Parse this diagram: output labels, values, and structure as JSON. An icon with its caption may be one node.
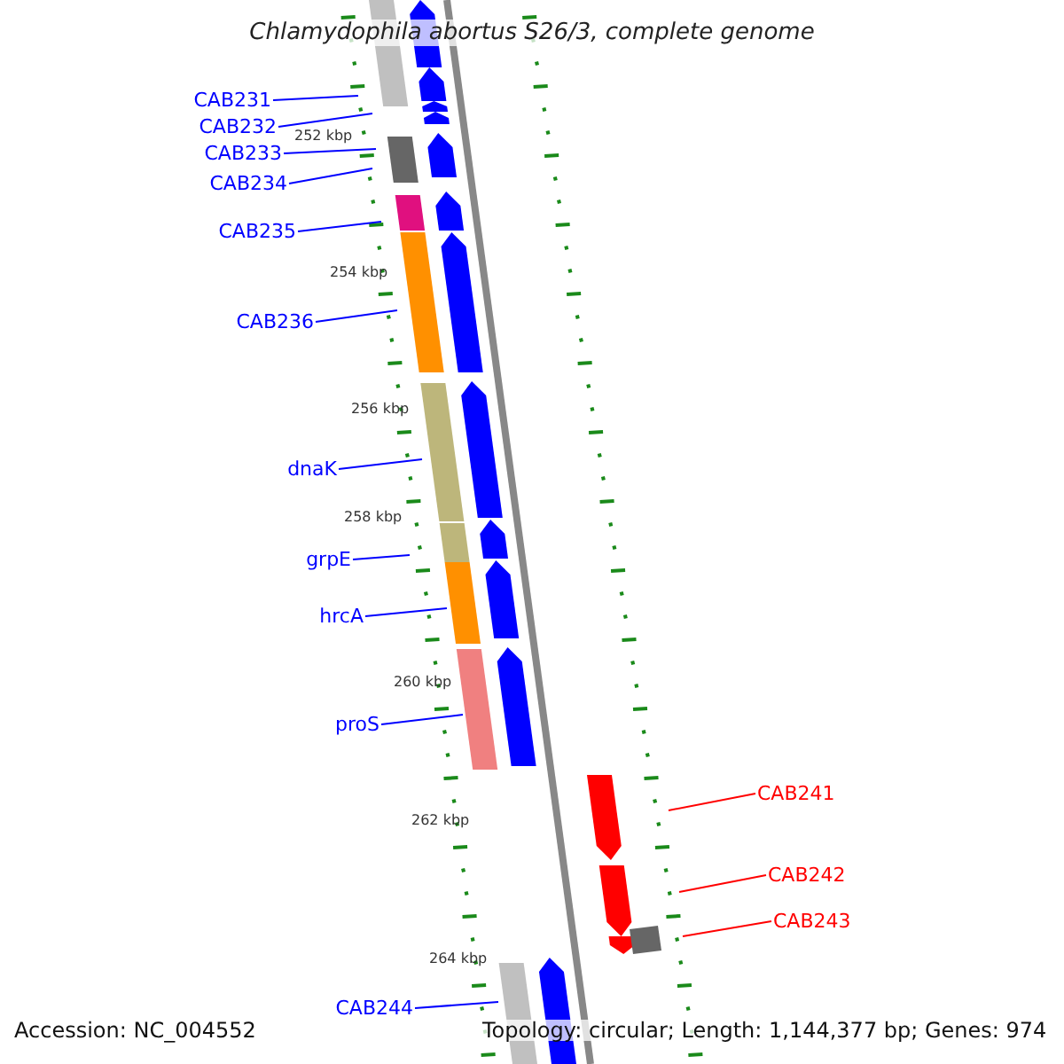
{
  "diagram": {
    "title": "Chlamydophila abortus S26/3, complete genome",
    "nodes": [
      {
        "text": [
          "CAB231"
        ]
      },
      {
        "text": [
          "CAB232"
        ]
      },
      {
        "text": [
          "CAB233"
        ]
      },
      {
        "text": [
          "CAB234"
        ]
      },
      {
        "text": [
          "CAB235"
        ]
      },
      {
        "text": [
          "CAB236"
        ]
      },
      {
        "text": [
          "dnaK"
        ]
      },
      {
        "text": [
          "grpE"
        ]
      },
      {
        "text": [
          "hrcA"
        ]
      },
      {
        "text": [
          "proS"
        ]
      },
      {
        "text": [
          "CAB241"
        ]
      },
      {
        "text": [
          "CAB242"
        ]
      },
      {
        "text": [
          "CAB243"
        ]
      },
      {
        "text": [
          "CAB244"
        ]
      }
    ],
    "edges": [
      {
        "from": 0,
        "to": null,
        "arrow": "none"
      },
      {
        "from": 1,
        "to": null,
        "arrow": "none"
      },
      {
        "from": 2,
        "to": null,
        "arrow": "none"
      },
      {
        "from": 3,
        "to": null,
        "arrow": "none"
      },
      {
        "from": 4,
        "to": null,
        "arrow": "none"
      },
      {
        "from": 5,
        "to": null,
        "arrow": "none"
      },
      {
        "from": 6,
        "to": null,
        "arrow": "none"
      },
      {
        "from": 7,
        "to": null,
        "arrow": "none"
      },
      {
        "from": 8,
        "to": null,
        "arrow": "none"
      },
      {
        "from": 9,
        "to": null,
        "arrow": "none"
      },
      {
        "from": 10,
        "to": null,
        "arrow": "none",
        "color": "#ff0000"
      },
      {
        "from": 11,
        "to": null,
        "arrow": "none",
        "color": "#ff0000"
      },
      {
        "from": 12,
        "to": null,
        "arrow": "none",
        "color": "#ff0000"
      },
      {
        "from": 13,
        "to": null,
        "arrow": "none"
      }
    ],
    "labels": [
      "252 kbp",
      "254 kbp",
      "256 kbp",
      "258 kbp",
      "260 kbp",
      "262 kbp",
      "264 kbp",
      "Accession: NC_004552",
      "Topology: circular; Length: 1,144,377 bp; Genes: 974"
    ]
  }
}
